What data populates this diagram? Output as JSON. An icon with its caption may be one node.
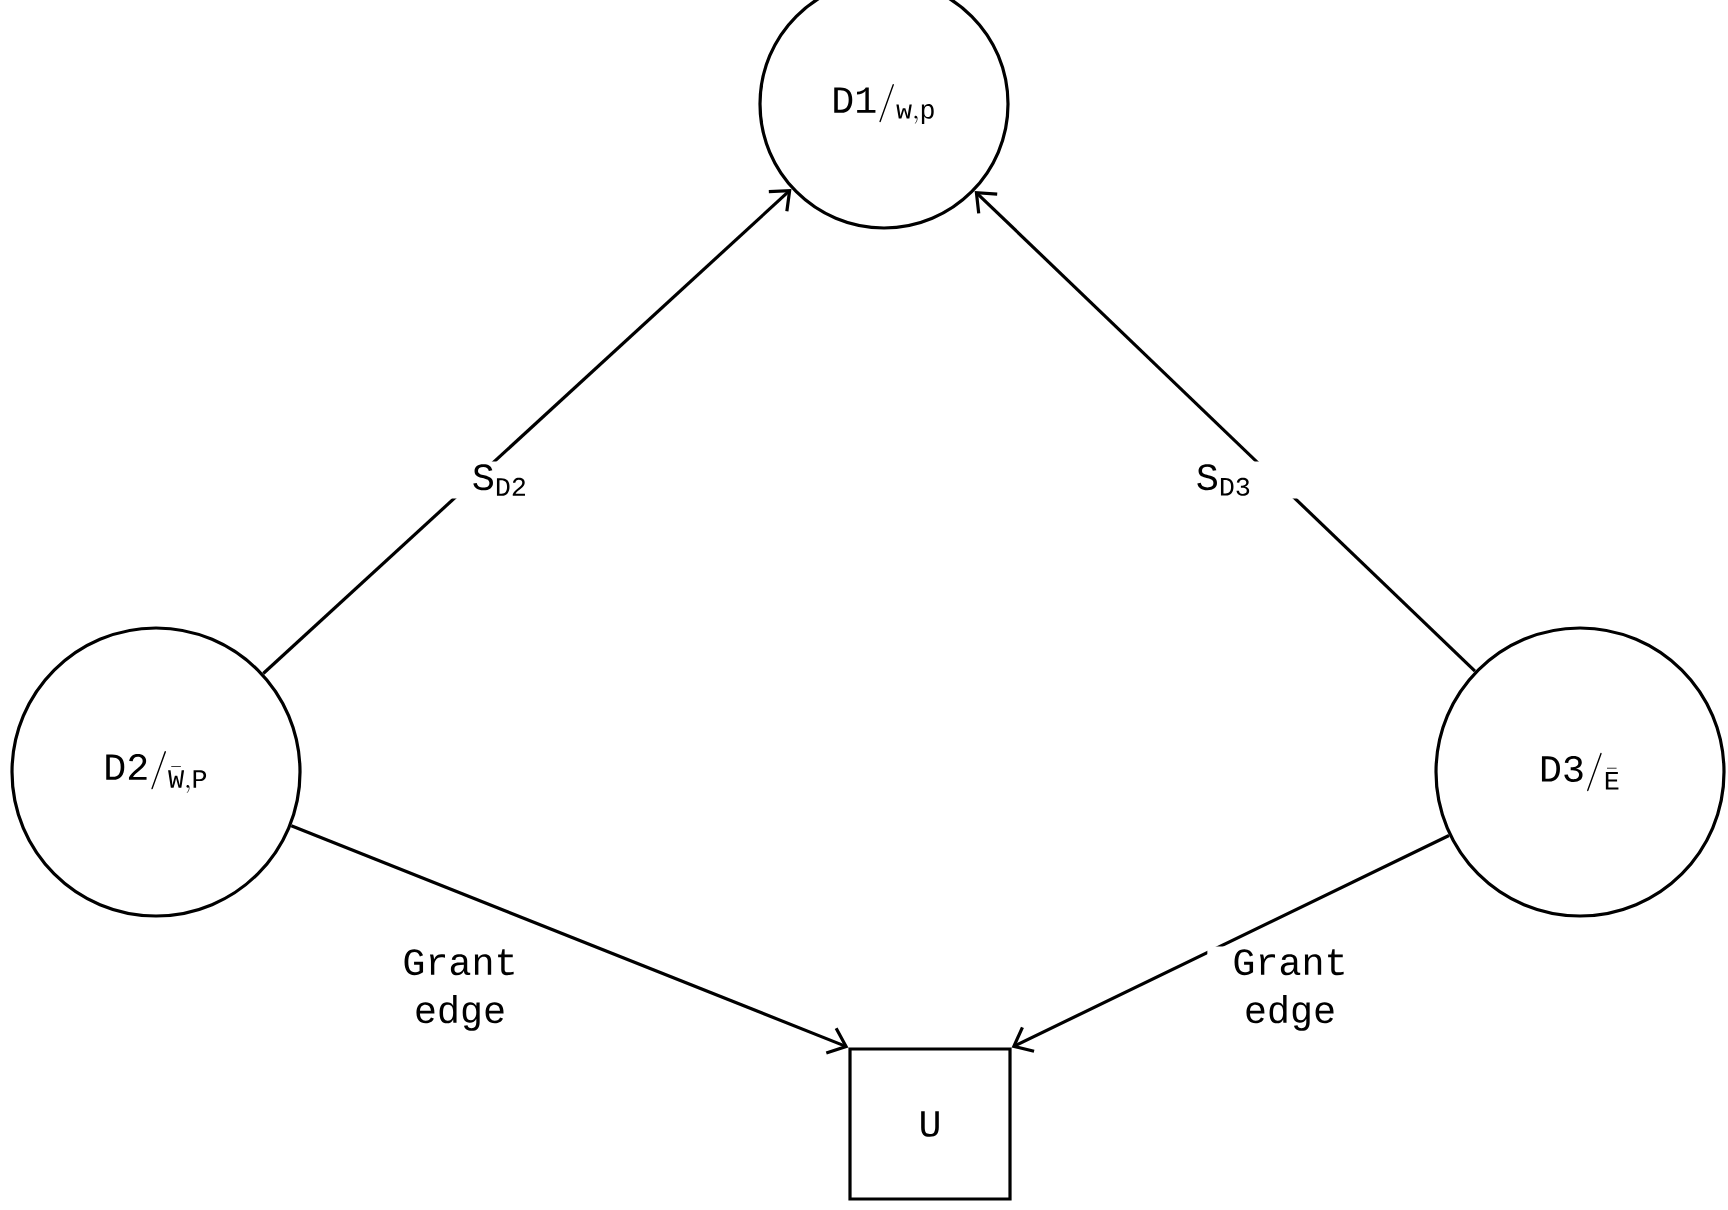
{
  "diagram": {
    "nodes": [
      {
        "text": [
          "\\mathrm{D1}/_{\\mathrm{w,p}}"
        ]
      },
      {
        "text": [
          "\\mathrm{D2}/_{\\bar{\\mathrm{W}},\\mathrm{P}}"
        ]
      },
      {
        "text": [
          "\\mathrm{D3}/_{\\bar{\\mathrm{E}}}"
        ]
      },
      {
        "text": [
          "U"
        ]
      }
    ],
    "edges": [
      {
        "from": 1,
        "to": 0,
        "arrow": "to",
        "label": "S$_{D2}$"
      },
      {
        "from": 2,
        "to": 0,
        "arrow": "to",
        "label": "S$_{D3}$"
      },
      {
        "from": 1,
        "to": 3,
        "arrow": "to",
        "label": "Grant edge"
      },
      {
        "from": 2,
        "to": 3,
        "arrow": "to",
        "label": "Grant edge"
      }
    ]
  }
}
